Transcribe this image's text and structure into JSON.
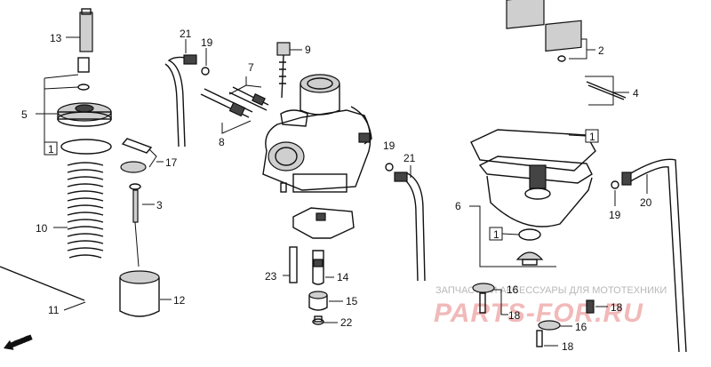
{
  "callouts": {
    "p1a": "1",
    "p1b": "1",
    "p1c": "1",
    "p2": "2",
    "p3": "3",
    "p4": "4",
    "p5": "5",
    "p6": "6",
    "p7": "7",
    "p8": "8",
    "p9": "9",
    "p10": "10",
    "p11": "11",
    "p12": "12",
    "p13": "13",
    "p14": "14",
    "p15": "15",
    "p16a": "16",
    "p16b": "16",
    "p17": "17",
    "p18a": "18",
    "p18b": "18",
    "p18c": "18",
    "p19a": "19",
    "p19b": "19",
    "p19c": "19",
    "p20": "20",
    "p21a": "21",
    "p21b": "21",
    "p22": "22",
    "p23": "23"
  },
  "fwd_label": "FWD",
  "watermark": {
    "line1": "ЗАПЧАСТИ И АКСЕССУАРЫ ДЛЯ МОТОТЕХНИКИ",
    "line2": "PARTS-FOR.RU"
  }
}
